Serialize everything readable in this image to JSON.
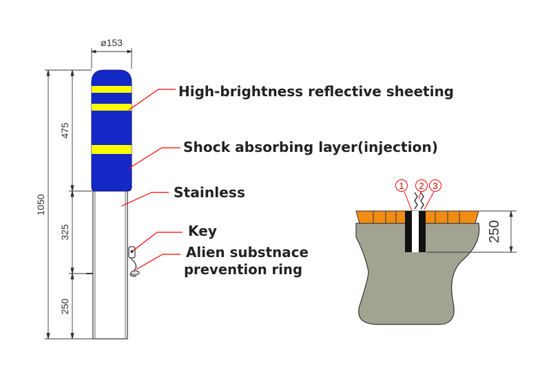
{
  "labels": {
    "reflective": "High-brightness reflective sheeting",
    "shock": "Shock absorbing layer(injection)",
    "stainless": "Stainless",
    "key": "Key",
    "ring_line1": "Alien substnace",
    "ring_line2": "prevention ring"
  },
  "dimensions": {
    "diameter": "ø153",
    "total": "1050",
    "top": "475",
    "middle": "325",
    "bottom": "250",
    "foundation": "250"
  },
  "markers": [
    "1",
    "2",
    "3"
  ],
  "colors": {
    "cover_blue": "#1428c8",
    "stripe_yellow": "#ffff00",
    "leader_red": "#ff0000",
    "concrete_gray": "#a3a392",
    "paving_orange": "#f08c14"
  }
}
